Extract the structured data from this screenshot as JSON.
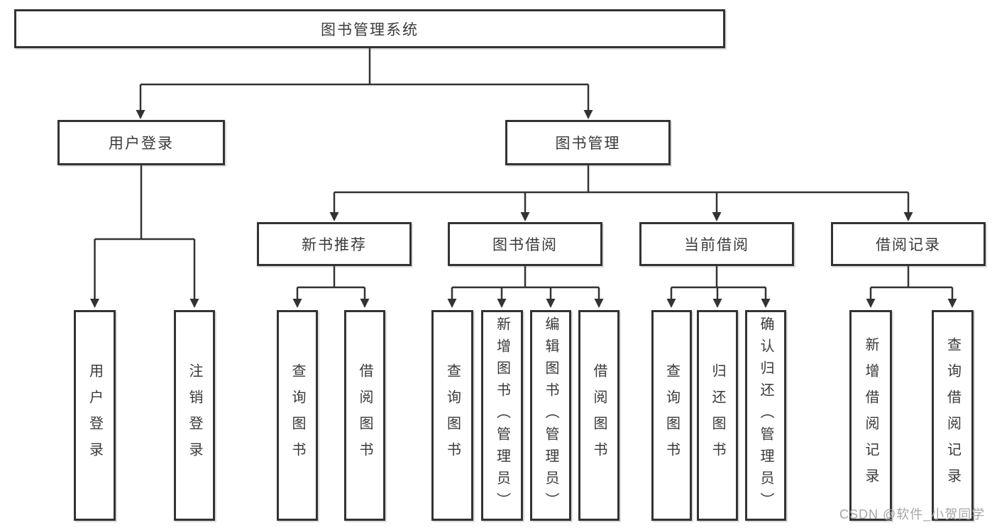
{
  "diagram": {
    "root": {
      "label": "图书管理系统"
    },
    "branches": [
      {
        "label": "用户登录",
        "children": [
          {
            "label": "用户登录"
          },
          {
            "label": "注销登录"
          }
        ]
      },
      {
        "label": "图书管理",
        "children": [
          {
            "label": "新书推荐",
            "children": [
              {
                "label": "查询图书"
              },
              {
                "label": "借阅图书"
              }
            ]
          },
          {
            "label": "图书借阅",
            "children": [
              {
                "label": "查询图书"
              },
              {
                "label": "新增图书（管理员）"
              },
              {
                "label": "编辑图书（管理员）"
              },
              {
                "label": "借阅图书"
              }
            ]
          },
          {
            "label": "当前借阅",
            "children": [
              {
                "label": "查询图书"
              },
              {
                "label": "归还图书"
              },
              {
                "label": "确认归还（管理员）"
              }
            ]
          },
          {
            "label": "借阅记录",
            "children": [
              {
                "label": "新增借阅记录"
              },
              {
                "label": "查询借阅记录"
              }
            ]
          }
        ]
      }
    ]
  },
  "watermark": {
    "text": "CSDN @软件_小贺同学"
  },
  "colors": {
    "line": "#333333",
    "box_border": "#333333",
    "text": "#3a3a3a",
    "watermark": "#a6a6a6"
  }
}
